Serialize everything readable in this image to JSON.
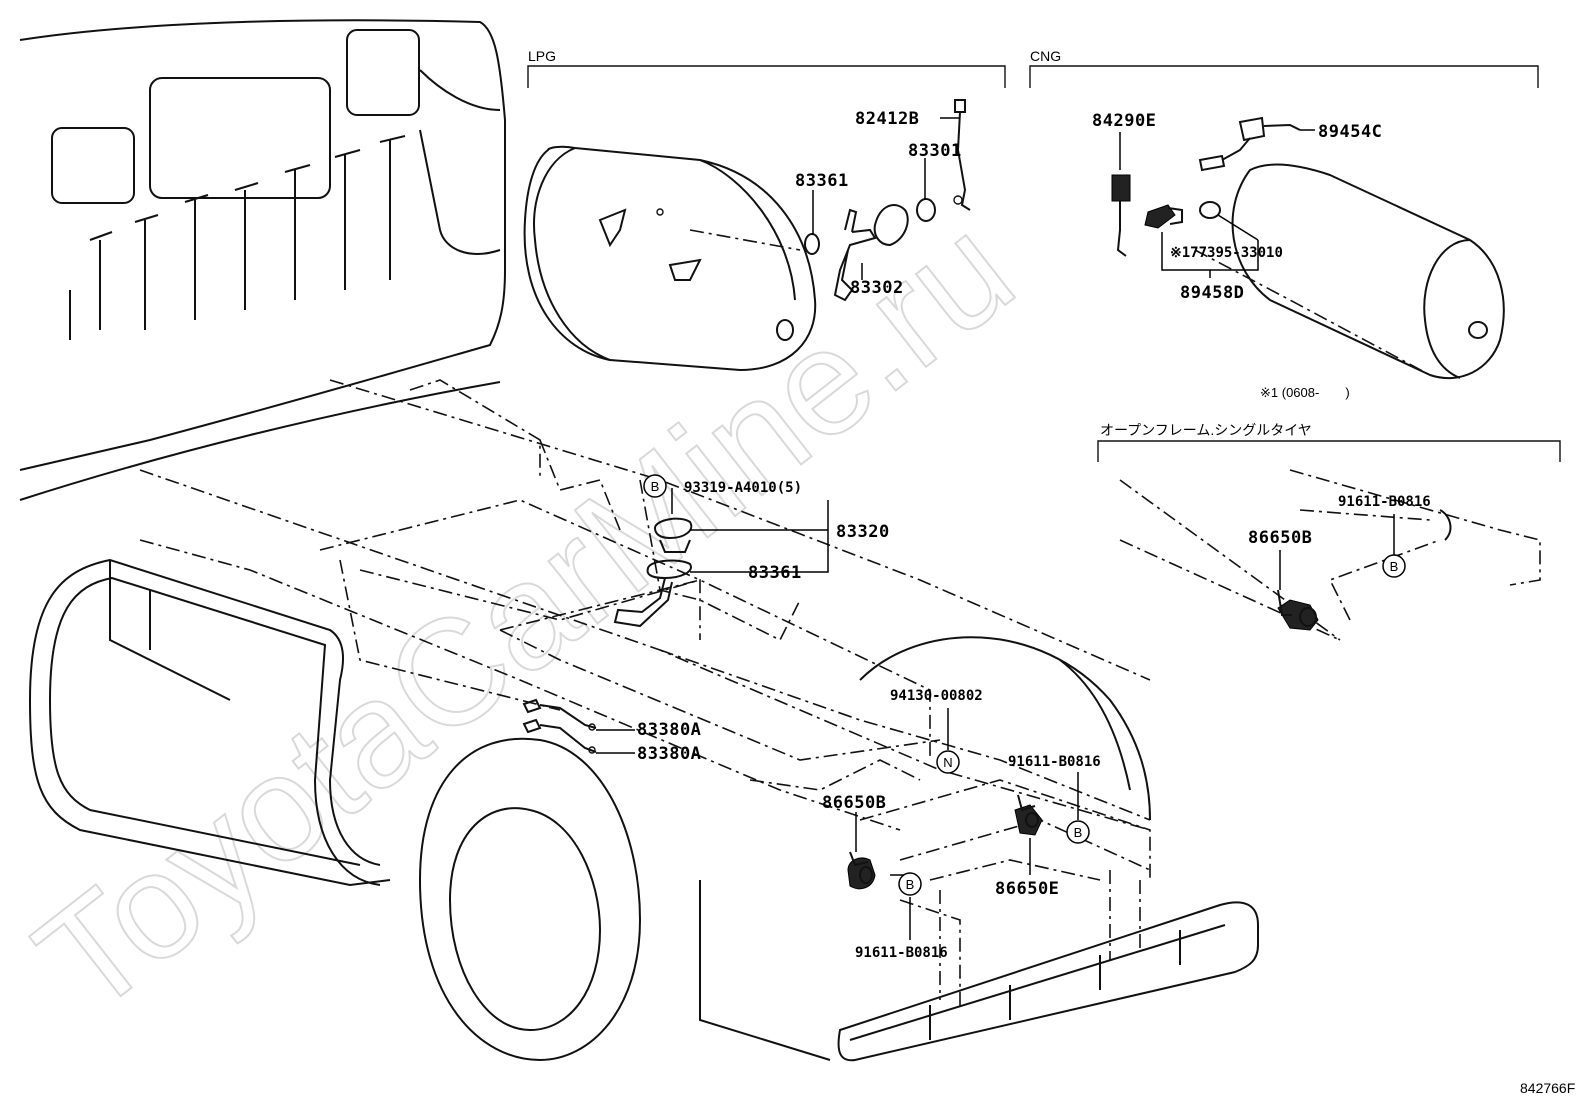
{
  "sections": {
    "lpg": "LPG",
    "cng": "CNG",
    "open_frame": "オープンフレーム.シングルタイヤ"
  },
  "note_star": "※1 (0608-　　)",
  "watermark": "ToyotaCarMine.ru",
  "ref_code": "842766F",
  "parts": {
    "p82412b": "82412B",
    "p83301": "83301",
    "p83361_lpg": "83361",
    "p83302": "83302",
    "p84290e": "84290E",
    "p89454c": "89454C",
    "p177395": "※177395-33010",
    "p89458d": "89458D",
    "p93319": "93319-A4010(5)",
    "p83320": "83320",
    "p83361": "83361",
    "p86650b_right": "86650B",
    "p91611_right": "91611-B0816",
    "p83380a_1": "83380A",
    "p83380a_2": "83380A",
    "p94130": "94130-00802",
    "p91611_mid": "91611-B0816",
    "p86650b": "86650B",
    "p86650e": "86650E",
    "p91611_bottom": "91611-B0816"
  },
  "markers": {
    "b": "B",
    "n": "N"
  }
}
